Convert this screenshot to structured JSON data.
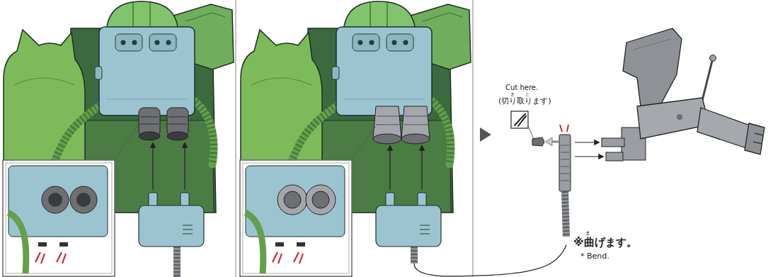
{
  "diagram": {
    "labels": [
      "Cut here.",
      "き",
      "と",
      "(切り取ります)",
      "ま",
      "※曲げます。",
      "* Bend."
    ]
  }
}
